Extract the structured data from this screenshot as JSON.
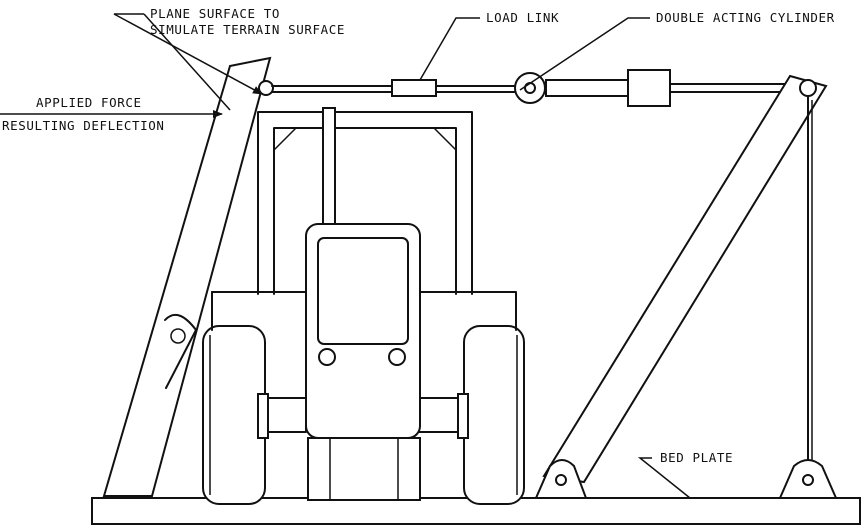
{
  "labels": {
    "plane_surface_line1": "PLANE SURFACE TO",
    "plane_surface_line2": "SIMULATE TERRAIN SURFACE",
    "load_link": "LOAD LINK",
    "double_acting_cylinder": "DOUBLE ACTING CYLINDER",
    "applied_force": "APPLIED FORCE",
    "resulting_deflection": "RESULTING DEFLECTION",
    "bed_plate": "BED PLATE"
  },
  "colors": {
    "ink": "#111111",
    "paper": "#ffffff"
  }
}
